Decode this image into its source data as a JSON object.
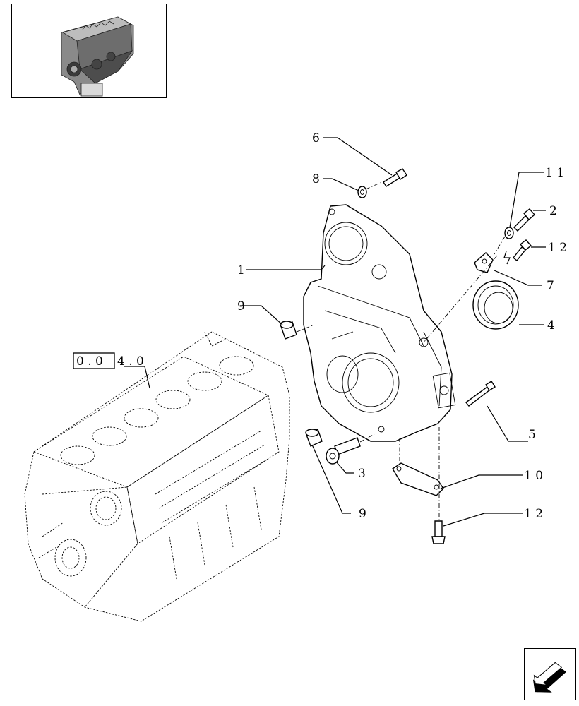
{
  "reference": {
    "boxed": "0 . 0",
    "suffix": "4 . 0"
  },
  "callouts": [
    {
      "id": "c1",
      "text": "1"
    },
    {
      "id": "c2",
      "text": "2"
    },
    {
      "id": "c3",
      "text": "3"
    },
    {
      "id": "c4",
      "text": "4"
    },
    {
      "id": "c5",
      "text": "5"
    },
    {
      "id": "c6",
      "text": "6"
    },
    {
      "id": "c7",
      "text": "7"
    },
    {
      "id": "c8",
      "text": "8"
    },
    {
      "id": "c9a",
      "text": "9"
    },
    {
      "id": "c9b",
      "text": "9"
    },
    {
      "id": "c10",
      "text": "1 0"
    },
    {
      "id": "c11",
      "text": "1 1"
    },
    {
      "id": "c12a",
      "text": "1 2"
    },
    {
      "id": "c12b",
      "text": "1 2"
    }
  ],
  "icons": {
    "thumbnail": "engine-thumbnail-icon",
    "navigation": "next-page-arrow-icon"
  }
}
